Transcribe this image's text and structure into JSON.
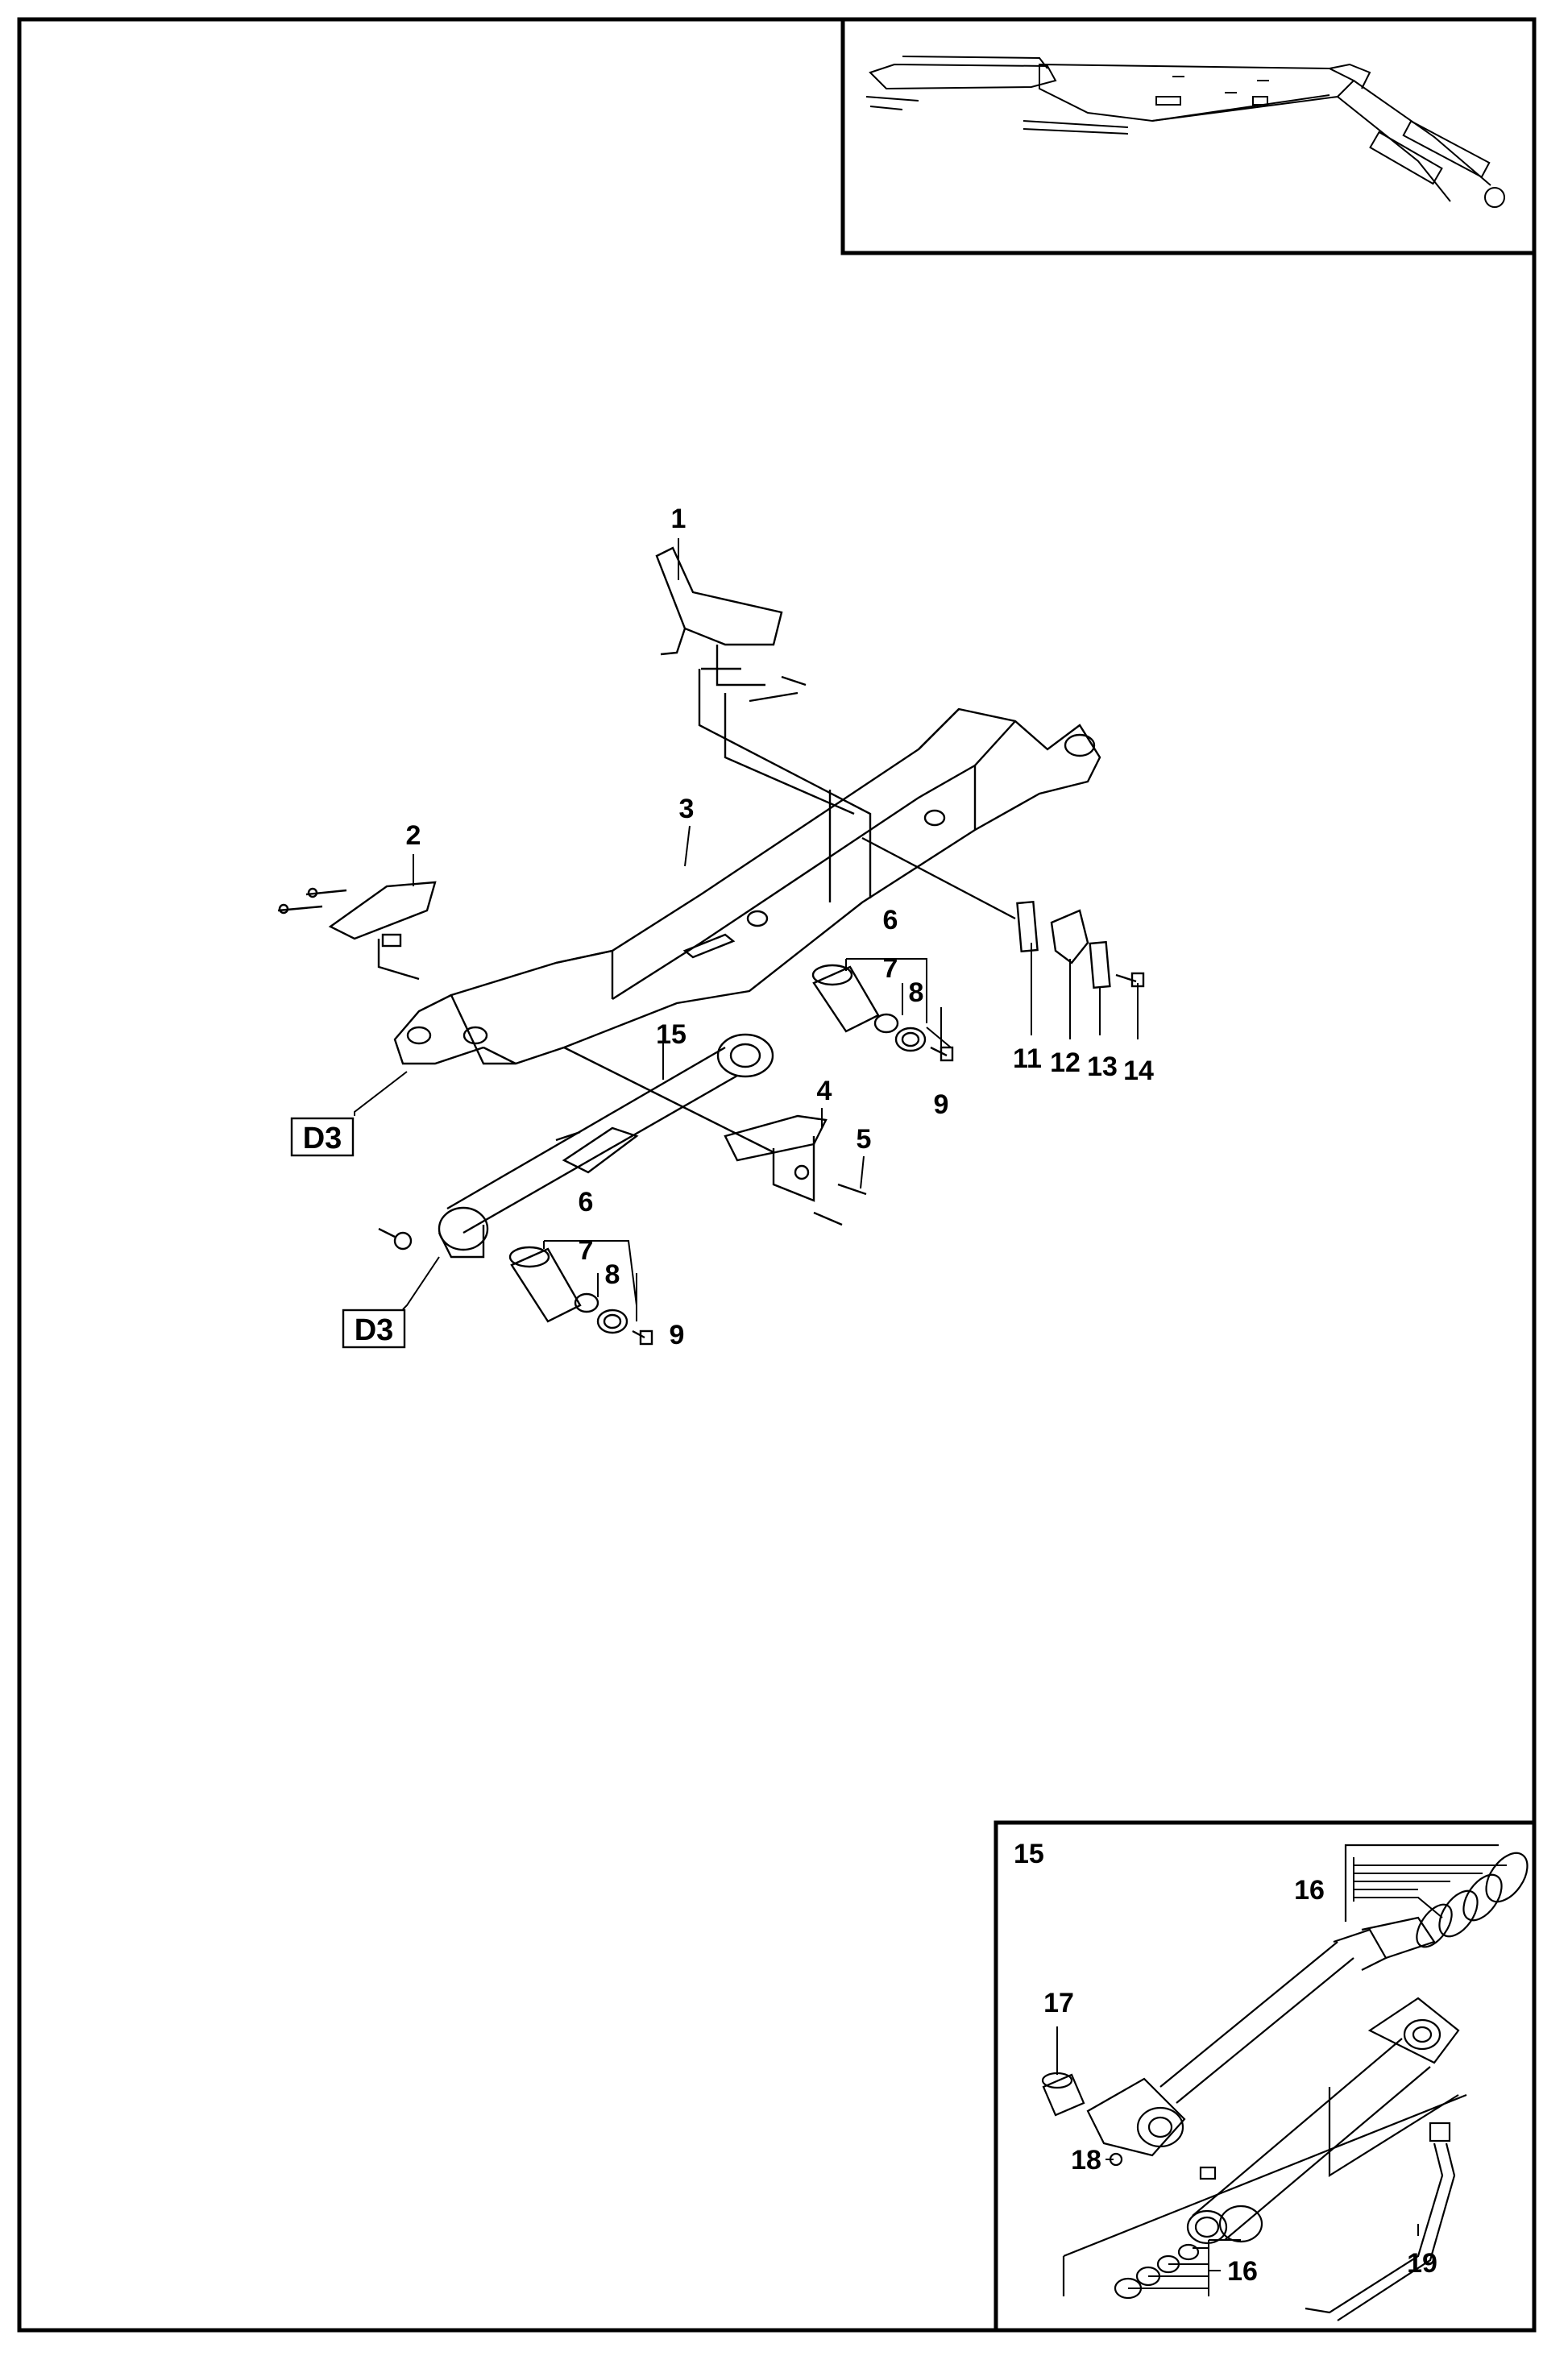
{
  "main_callouts": [
    {
      "id": "1",
      "text": "1"
    },
    {
      "id": "2",
      "text": "2"
    },
    {
      "id": "3",
      "text": "3"
    },
    {
      "id": "4",
      "text": "4"
    },
    {
      "id": "5",
      "text": "5"
    },
    {
      "id": "6a",
      "text": "6"
    },
    {
      "id": "7a",
      "text": "7"
    },
    {
      "id": "8a",
      "text": "8"
    },
    {
      "id": "9a",
      "text": "9"
    },
    {
      "id": "6b",
      "text": "6"
    },
    {
      "id": "7b",
      "text": "7"
    },
    {
      "id": "8b",
      "text": "8"
    },
    {
      "id": "9b",
      "text": "9"
    },
    {
      "id": "11",
      "text": "11"
    },
    {
      "id": "12",
      "text": "12"
    },
    {
      "id": "13",
      "text": "13"
    },
    {
      "id": "14",
      "text": "14"
    },
    {
      "id": "15",
      "text": "15"
    }
  ],
  "reference_boxes": [
    {
      "id": "d3-upper",
      "text": "D3"
    },
    {
      "id": "d3-lower",
      "text": "D3"
    }
  ],
  "detail_panel": {
    "title": "15",
    "callouts": [
      {
        "id": "16a",
        "text": "16"
      },
      {
        "id": "17",
        "text": "17"
      },
      {
        "id": "18",
        "text": "18"
      },
      {
        "id": "16b",
        "text": "16"
      },
      {
        "id": "19",
        "text": "19"
      }
    ]
  }
}
